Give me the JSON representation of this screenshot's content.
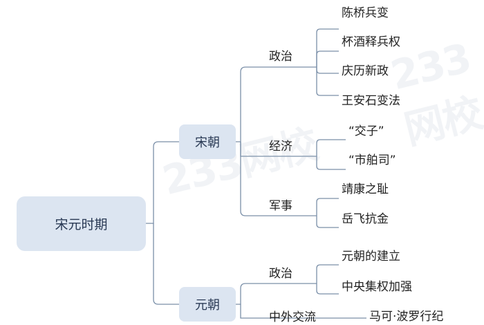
{
  "root": {
    "label": "宋元时期"
  },
  "song": {
    "label": "宋朝",
    "politics": {
      "label": "政治",
      "items": [
        "陈桥兵变",
        "杯酒释兵权",
        "庆历新政",
        "王安石变法"
      ]
    },
    "economy": {
      "label": "经济",
      "items": [
        "“交子”",
        "“市舶司”"
      ]
    },
    "military": {
      "label": "军事",
      "items": [
        "靖康之耻",
        "岳飞抗金"
      ]
    }
  },
  "yuan": {
    "label": "元朝",
    "politics": {
      "label": "政治",
      "items": [
        "元朝的建立",
        "中央集权加强"
      ]
    },
    "exchange": {
      "label": "中外交流",
      "items": [
        "马可·波罗行纪"
      ]
    }
  },
  "watermark": "233网校",
  "colors": {
    "node_fill": "#dce5f1",
    "line": "#7a8fa8"
  }
}
